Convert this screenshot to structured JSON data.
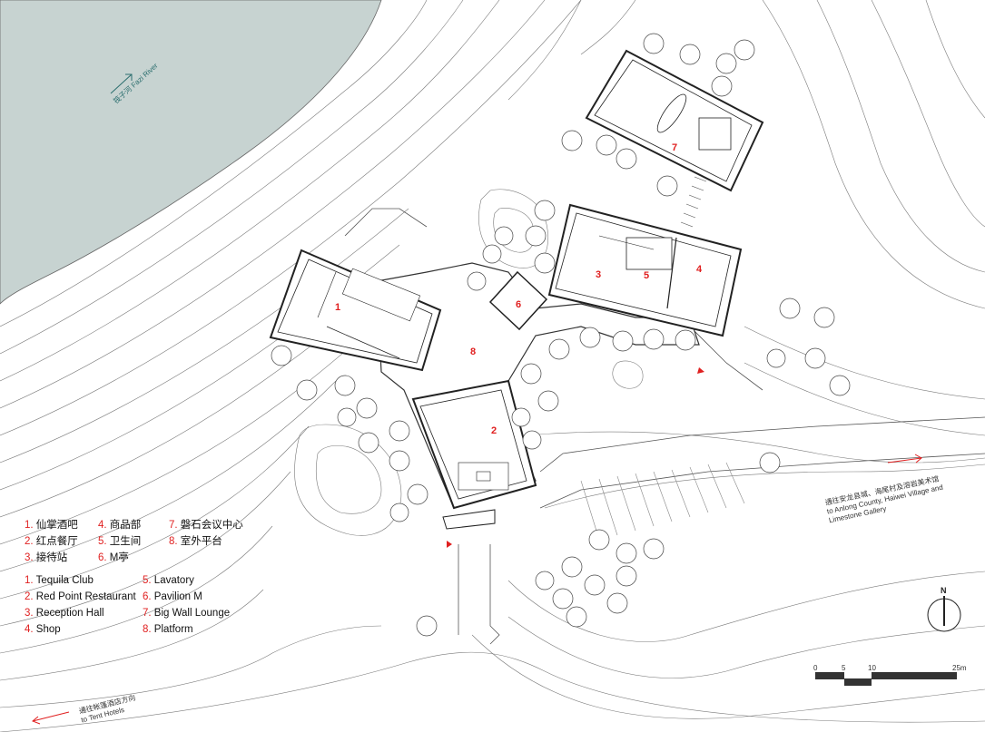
{
  "legend": {
    "cn": [
      {
        "num": "1.",
        "text": "仙掌酒吧"
      },
      {
        "num": "2.",
        "text": "红点餐厅"
      },
      {
        "num": "3.",
        "text": "接待站"
      },
      {
        "num": "4.",
        "text": "商品部"
      },
      {
        "num": "5.",
        "text": "卫生间"
      },
      {
        "num": "6.",
        "text": "M亭"
      },
      {
        "num": "7.",
        "text": "磐石会议中心"
      },
      {
        "num": "8.",
        "text": "室外平台"
      }
    ],
    "en": [
      {
        "num": "1.",
        "text": "Tequila Club"
      },
      {
        "num": "2.",
        "text": "Red Point Restaurant"
      },
      {
        "num": "3.",
        "text": "Reception Hall"
      },
      {
        "num": "4.",
        "text": "Shop"
      },
      {
        "num": "5.",
        "text": "Lavatory"
      },
      {
        "num": "6.",
        "text": "Pavilion M"
      },
      {
        "num": "7.",
        "text": "Big Wall Lounge"
      },
      {
        "num": "8.",
        "text": "Platform"
      }
    ]
  },
  "rooms": [
    "1",
    "2",
    "3",
    "4",
    "5",
    "6",
    "7",
    "8"
  ],
  "annotations": {
    "river_cn": "筏子河",
    "river_en": "Fazi River",
    "east_cn": "通往安龙县城、海尾村及溶岩美术馆",
    "east_en_1": "to Anlong County, Haiwei Village and",
    "east_en_2": "Limestone Gallery",
    "west_cn": "通往帐篷酒店方向",
    "west_en": "to Tent Hotels"
  },
  "north": {
    "label": "N"
  },
  "scale": {
    "ticks": [
      "0",
      "5",
      "10",
      "25m"
    ]
  },
  "colors": {
    "water": "#c7d3d1",
    "accent": "#e02020",
    "line": "#444444"
  }
}
